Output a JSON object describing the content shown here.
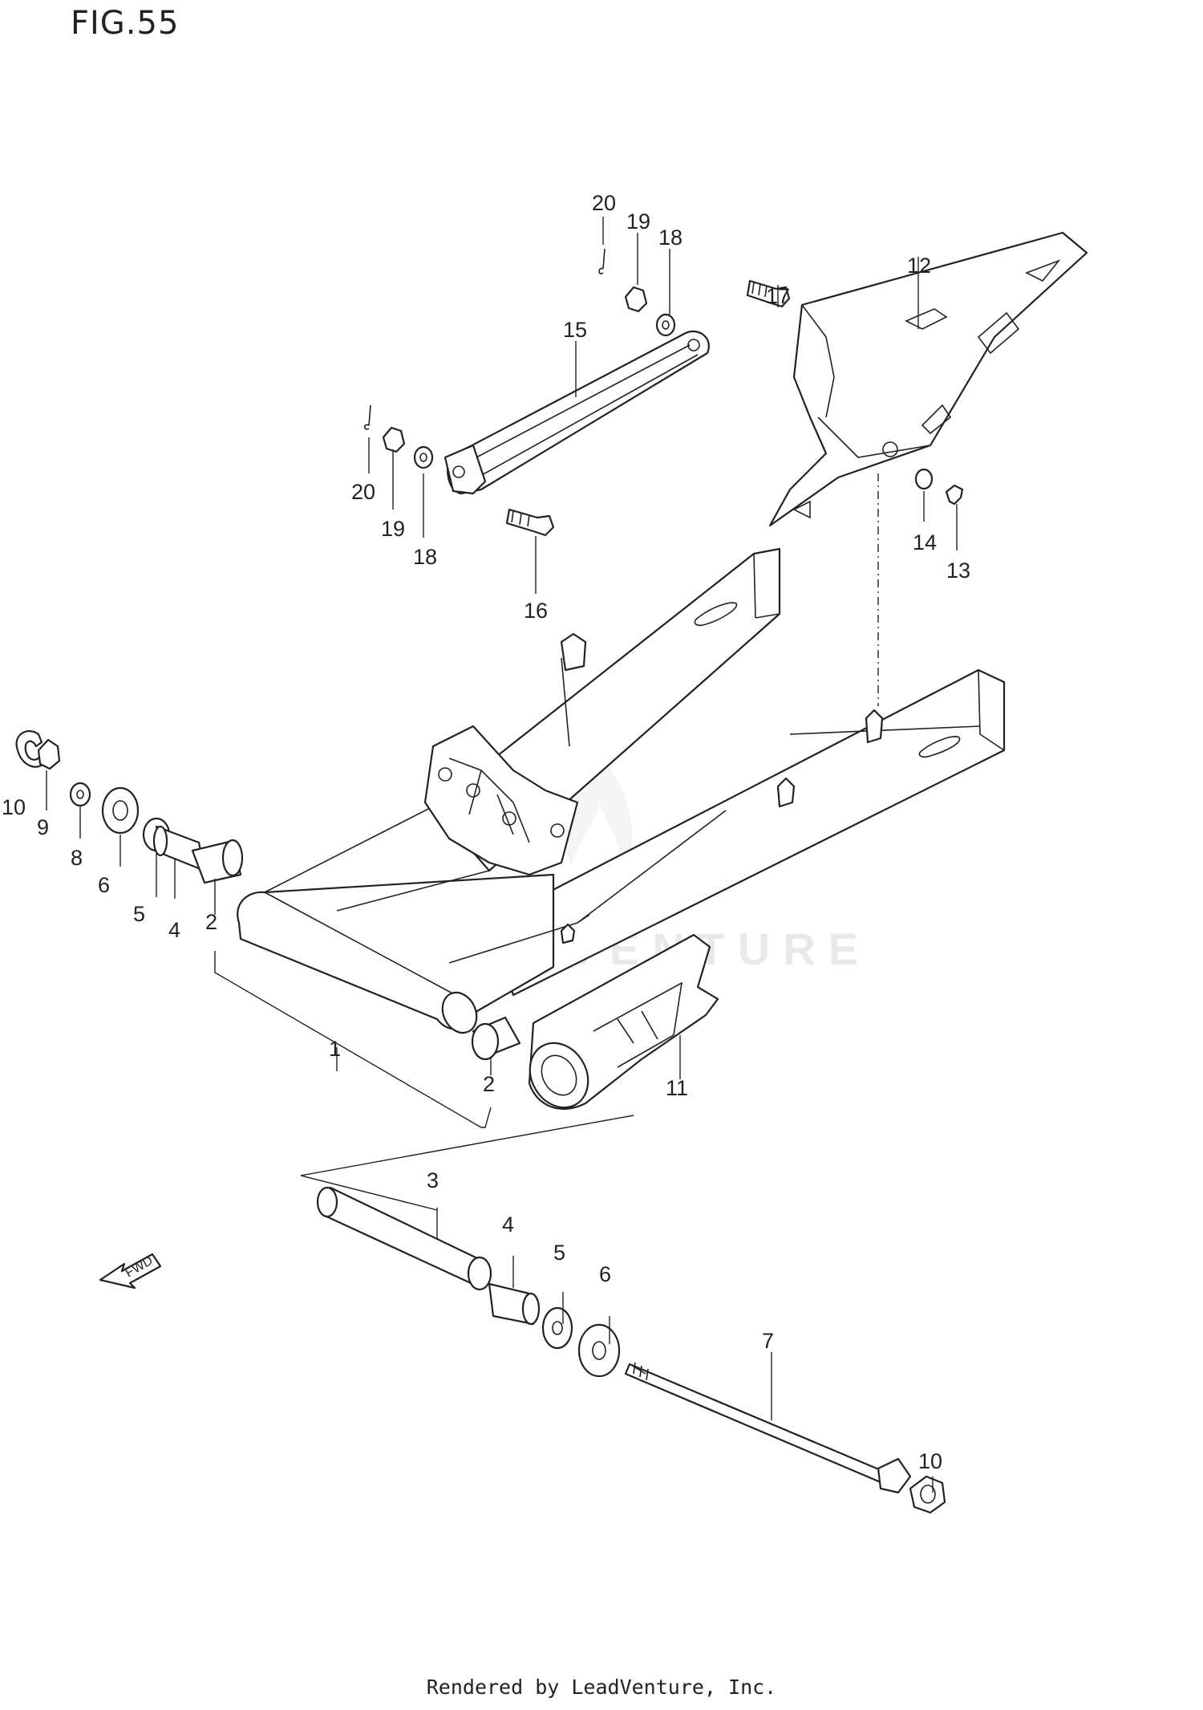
{
  "figure": {
    "title": "FIG.55",
    "footer": "Rendered by LeadVenture, Inc.",
    "watermark": "LEADVENTURE",
    "fwd_label": "FWD"
  },
  "callouts": [
    {
      "id": "c20a",
      "label": "20"
    },
    {
      "id": "c19a",
      "label": "19"
    },
    {
      "id": "c18a",
      "label": "18"
    },
    {
      "id": "c17",
      "label": "17"
    },
    {
      "id": "c12",
      "label": "12"
    },
    {
      "id": "c15",
      "label": "15"
    },
    {
      "id": "c20b",
      "label": "20"
    },
    {
      "id": "c19b",
      "label": "19"
    },
    {
      "id": "c18b",
      "label": "18"
    },
    {
      "id": "c16",
      "label": "16"
    },
    {
      "id": "c14",
      "label": "14"
    },
    {
      "id": "c13",
      "label": "13"
    },
    {
      "id": "c10a",
      "label": "10"
    },
    {
      "id": "c9",
      "label": "9"
    },
    {
      "id": "c8",
      "label": "8"
    },
    {
      "id": "c6a",
      "label": "6"
    },
    {
      "id": "c5a",
      "label": "5"
    },
    {
      "id": "c4a",
      "label": "4"
    },
    {
      "id": "c2a",
      "label": "2"
    },
    {
      "id": "c1",
      "label": "1"
    },
    {
      "id": "c2b",
      "label": "2"
    },
    {
      "id": "c11",
      "label": "11"
    },
    {
      "id": "c3",
      "label": "3"
    },
    {
      "id": "c4b",
      "label": "4"
    },
    {
      "id": "c5b",
      "label": "5"
    },
    {
      "id": "c6b",
      "label": "6"
    },
    {
      "id": "c7",
      "label": "7"
    },
    {
      "id": "c10b",
      "label": "10"
    }
  ]
}
